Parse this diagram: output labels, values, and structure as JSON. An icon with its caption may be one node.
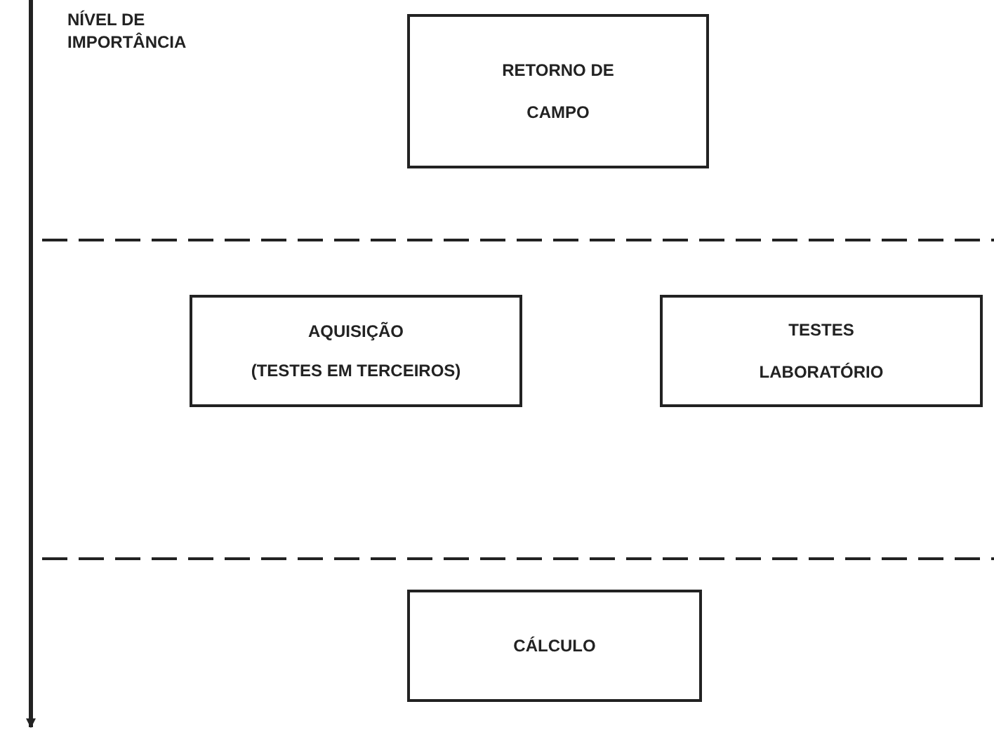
{
  "diagram": {
    "nodes": [
      {
        "text": [
          "RETORNO DE CAMPO"
        ]
      },
      {
        "text": [
          "AQUISIÇÃO",
          "(TESTES EM TERCEIROS)"
        ]
      },
      {
        "text": [
          "TESTES LABORATÓRIO"
        ]
      },
      {
        "text": [
          "CÁLCULO"
        ]
      }
    ],
    "labels": [
      "NÍVEL DE IMPORTÂNCIA"
    ]
  }
}
